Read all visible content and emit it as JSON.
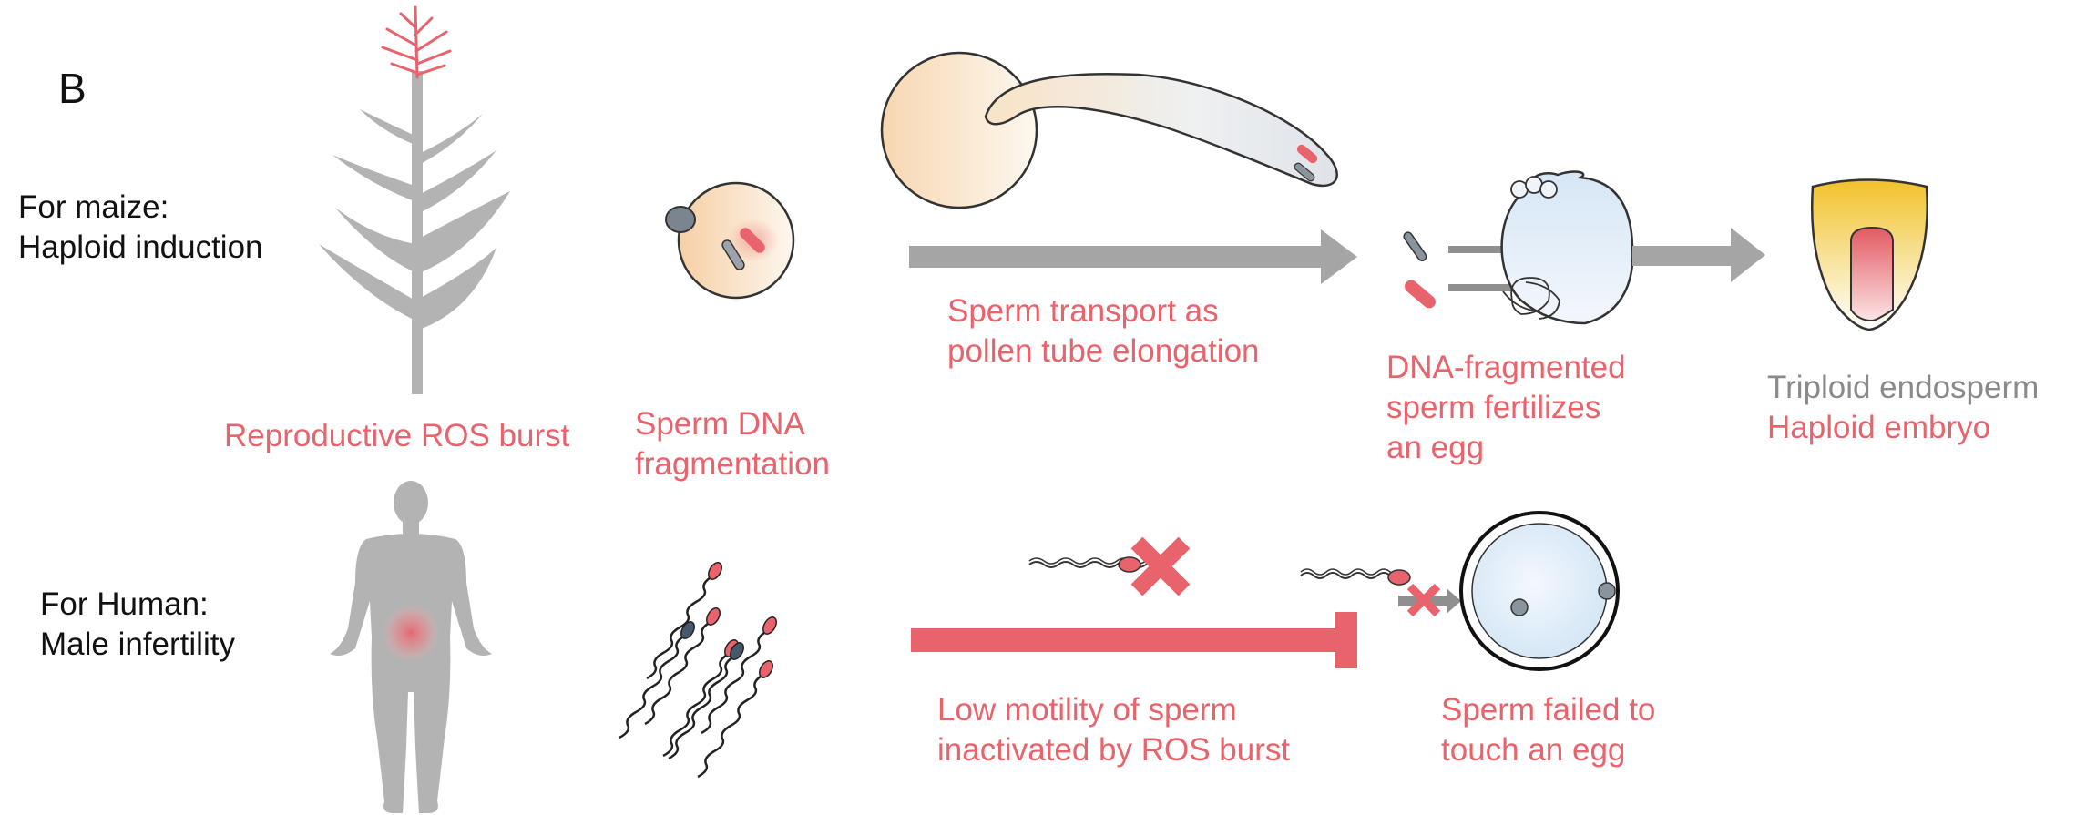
{
  "panel_label": "B",
  "colors": {
    "accent_red": "#e8636b",
    "silhouette_gray": "#b3b3b3",
    "arrow_gray": "#a5a5a5",
    "text_black": "#111111",
    "text_gray": "#8a8a8a"
  },
  "maize": {
    "row_label_line1": "For maize:",
    "row_label_line2": "Haploid induction",
    "ros_burst": "Reproductive ROS burst",
    "dna_frag_line1": "Sperm DNA",
    "dna_frag_line2": "fragmentation",
    "transport_line1": "Sperm transport as",
    "transport_line2": "pollen tube elongation",
    "fertilize_line1": "DNA-fragmented",
    "fertilize_line2": "sperm fertilizes",
    "fertilize_line3": "an egg",
    "result_line1": "Triploid endosperm",
    "result_line2": "Haploid embryo"
  },
  "human": {
    "row_label_line1": "For Human:",
    "row_label_line2": "Male infertility",
    "motility_line1": "Low motility of sperm",
    "motility_line2": "inactivated by ROS burst",
    "failed_line1": "Sperm failed to",
    "failed_line2": "touch an egg"
  }
}
